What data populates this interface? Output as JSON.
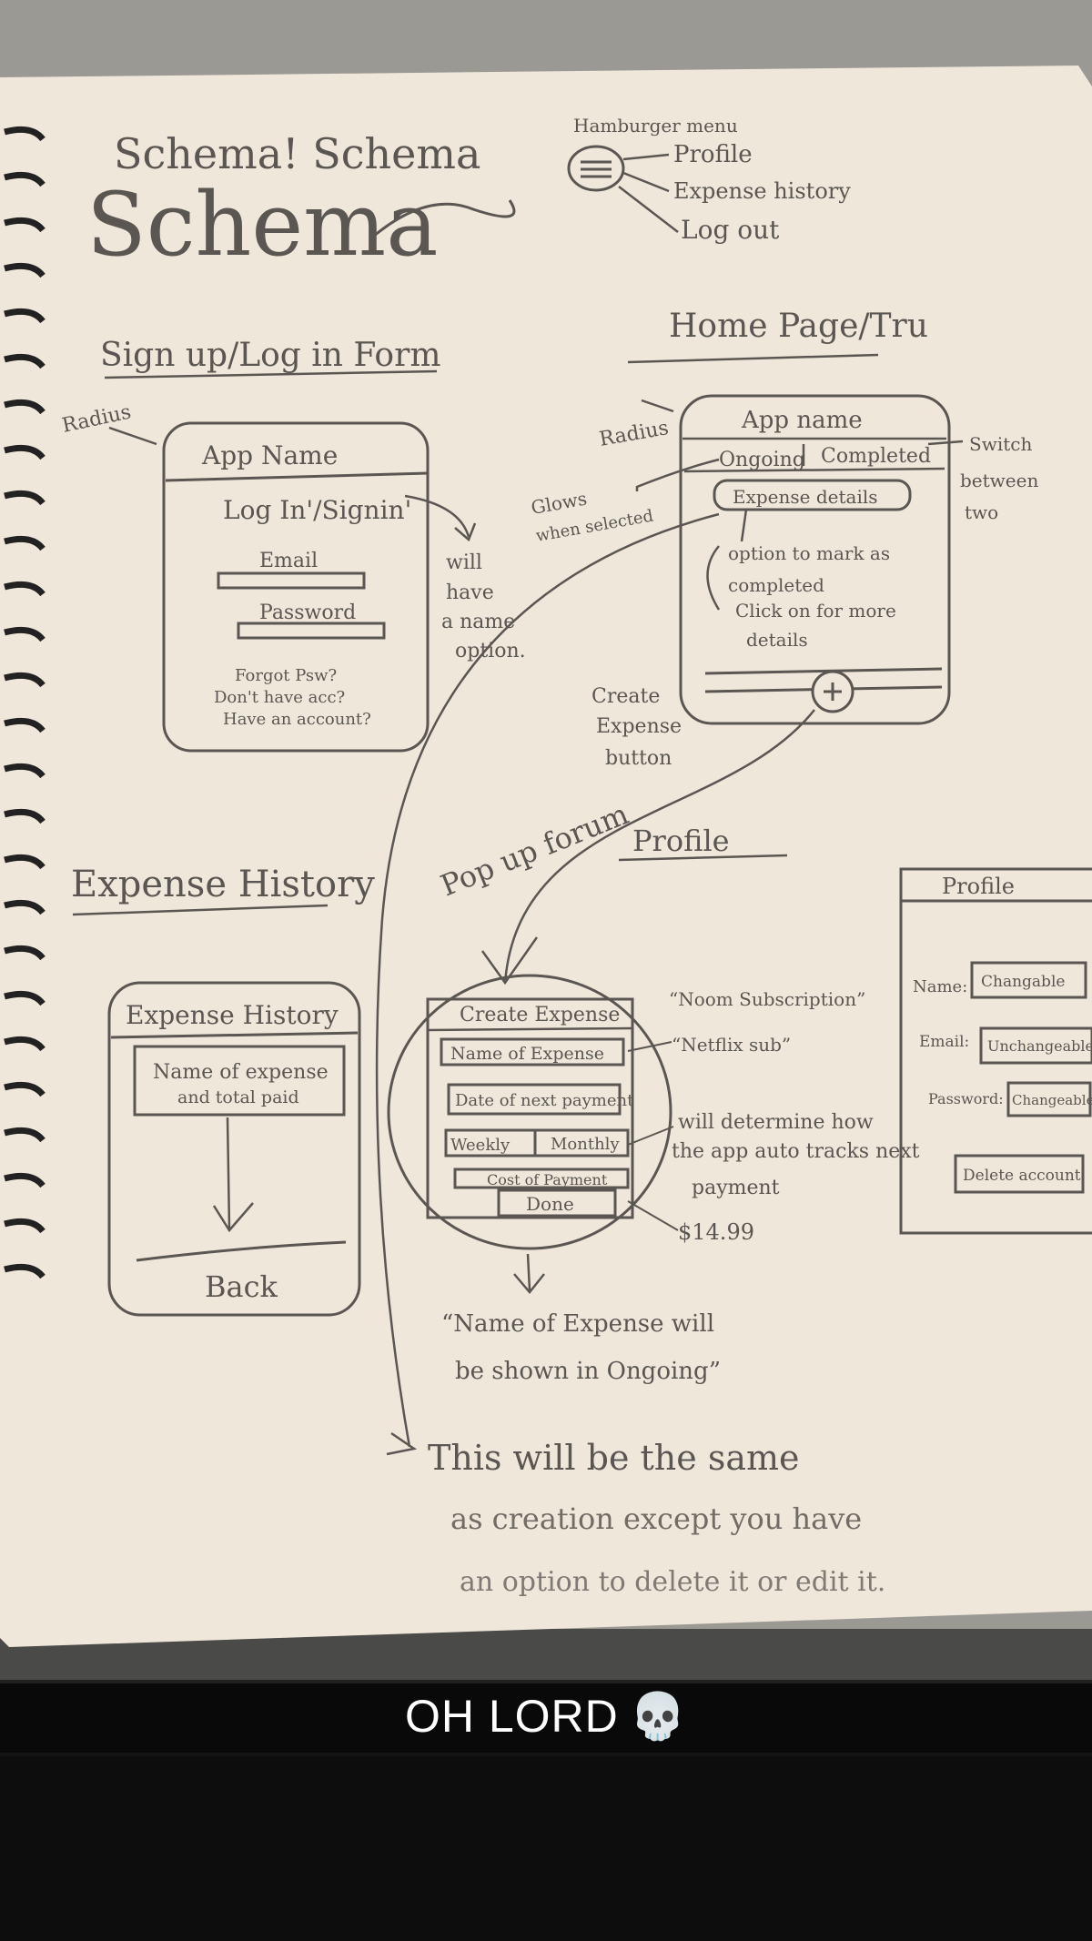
{
  "title_top": "Schema! Schema",
  "title_big": "Schema",
  "hamburger": {
    "label": "Hamburger menu",
    "items": [
      "Profile",
      "Expense history",
      "Log out"
    ]
  },
  "signup": {
    "heading": "Sign up/Log in Form",
    "radius_note": "Radius",
    "app_name": "App Name",
    "login_title": "Log In'/Signin'",
    "email": "Email",
    "password": "Password",
    "footer_lines": [
      "Forgot Psw?",
      "Don't have acc?",
      "Have an account?"
    ],
    "note_lines": [
      "will",
      "have",
      "a name",
      "option."
    ]
  },
  "home": {
    "heading": "Home Page/Tru",
    "radius_note": "Radius",
    "app_name": "App name",
    "tab_ongoing": "Ongoing",
    "tab_completed": "Completed",
    "switch_note": [
      "Switch",
      "between",
      "two"
    ],
    "glow_note": [
      "Glows",
      "when selected"
    ],
    "expense_details": "Expense details",
    "notes": [
      "option to mark as",
      "completed",
      "Click on for more",
      "details"
    ],
    "create_note": [
      "Create",
      "Expense",
      "button"
    ]
  },
  "popup": {
    "label": "Pop up forum",
    "title": "Create Expense",
    "name_field": "Name of Expense",
    "date_field": "Date of next payment",
    "weekly": "Weekly",
    "monthly": "Monthly",
    "cost_field": "Cost of Payment",
    "done": "Done",
    "example_1": "“Noom Subscription”",
    "example_2": "“Netflix sub”",
    "determine_note": [
      "will determine how",
      "the app auto tracks next",
      "payment"
    ],
    "price": "$14.99",
    "shown_note": [
      "“Name of Expense will",
      "be shown in Ongoing”"
    ]
  },
  "history": {
    "heading": "Expense History",
    "title": "Expense History",
    "item": [
      "Name of expense",
      "and total paid"
    ],
    "back": "Back"
  },
  "profile": {
    "heading": "Profile",
    "title": "Profile",
    "name_label": "Name:",
    "name_value": "Changable",
    "email_label": "Email:",
    "email_value": "Unchangeable",
    "password_label": "Password:",
    "password_value": "Changeable",
    "delete": "Delete account"
  },
  "bottom_note": [
    "This will be the same",
    "as creation except you have",
    "an option to delete it or edit it."
  ],
  "caption": {
    "text": "OH LORD",
    "emoji": "💀"
  },
  "colors": {
    "paper": "#efe8da",
    "pencil": "#5a5651",
    "desk": "#9b9993"
  }
}
